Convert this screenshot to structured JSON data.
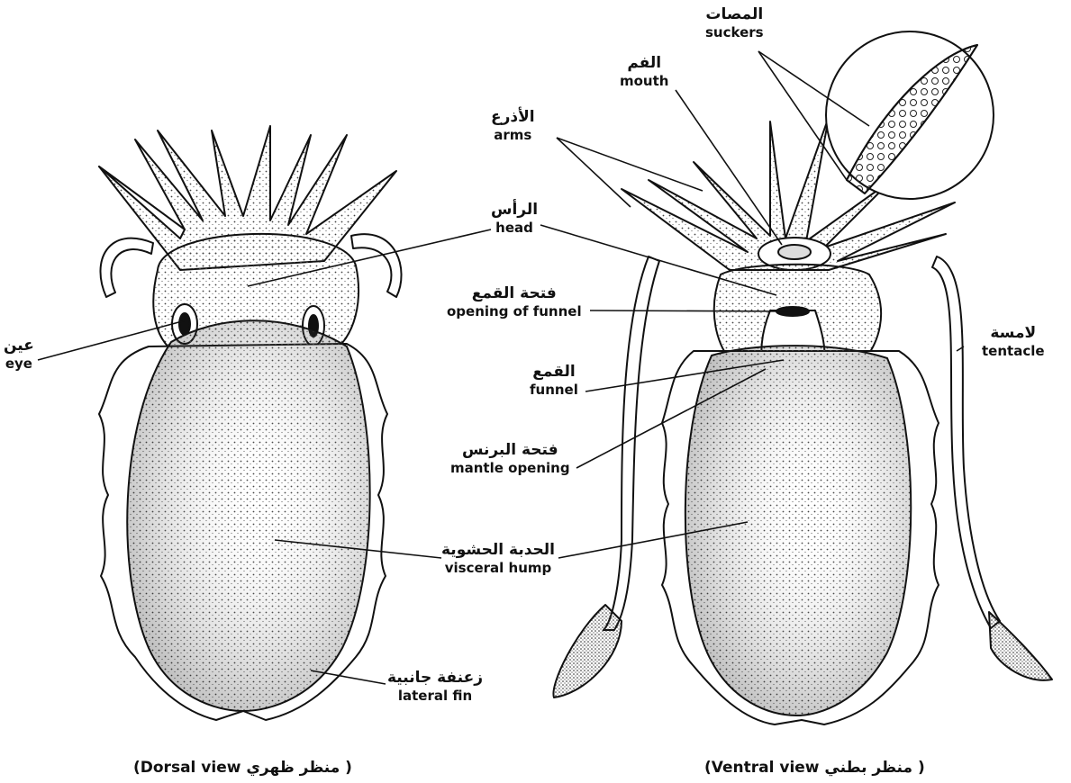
{
  "labels": {
    "suckers": {
      "ar": "المصات",
      "en": "suckers"
    },
    "mouth": {
      "ar": "الفم",
      "en": "mouth"
    },
    "arms": {
      "ar": "الأذرع",
      "en": "arms"
    },
    "head": {
      "ar": "الرأس",
      "en": "head"
    },
    "opening_of_funnel": {
      "ar": "فتحة القمع",
      "en": "opening of funnel"
    },
    "funnel": {
      "ar": "القمع",
      "en": "funnel"
    },
    "mantle_opening": {
      "ar": "فتحة البرنس",
      "en": "mantle opening"
    },
    "visceral_hump": {
      "ar": "الحدبة الحشوية",
      "en": "visceral hump"
    },
    "lateral_fin": {
      "ar": "زعنفة جانبية",
      "en": "lateral fin"
    },
    "eye": {
      "ar": "عين",
      "en": "eye"
    },
    "tentacle": {
      "ar": "لامسة",
      "en": "tentacle"
    }
  },
  "captions": {
    "dorsal": "(Dorsal view  منظر ظهري )",
    "ventral": "(Ventral view  منظر بطني )"
  },
  "colors": {
    "ink": "#111111",
    "paper": "#ffffff",
    "stipple": "#555555"
  }
}
